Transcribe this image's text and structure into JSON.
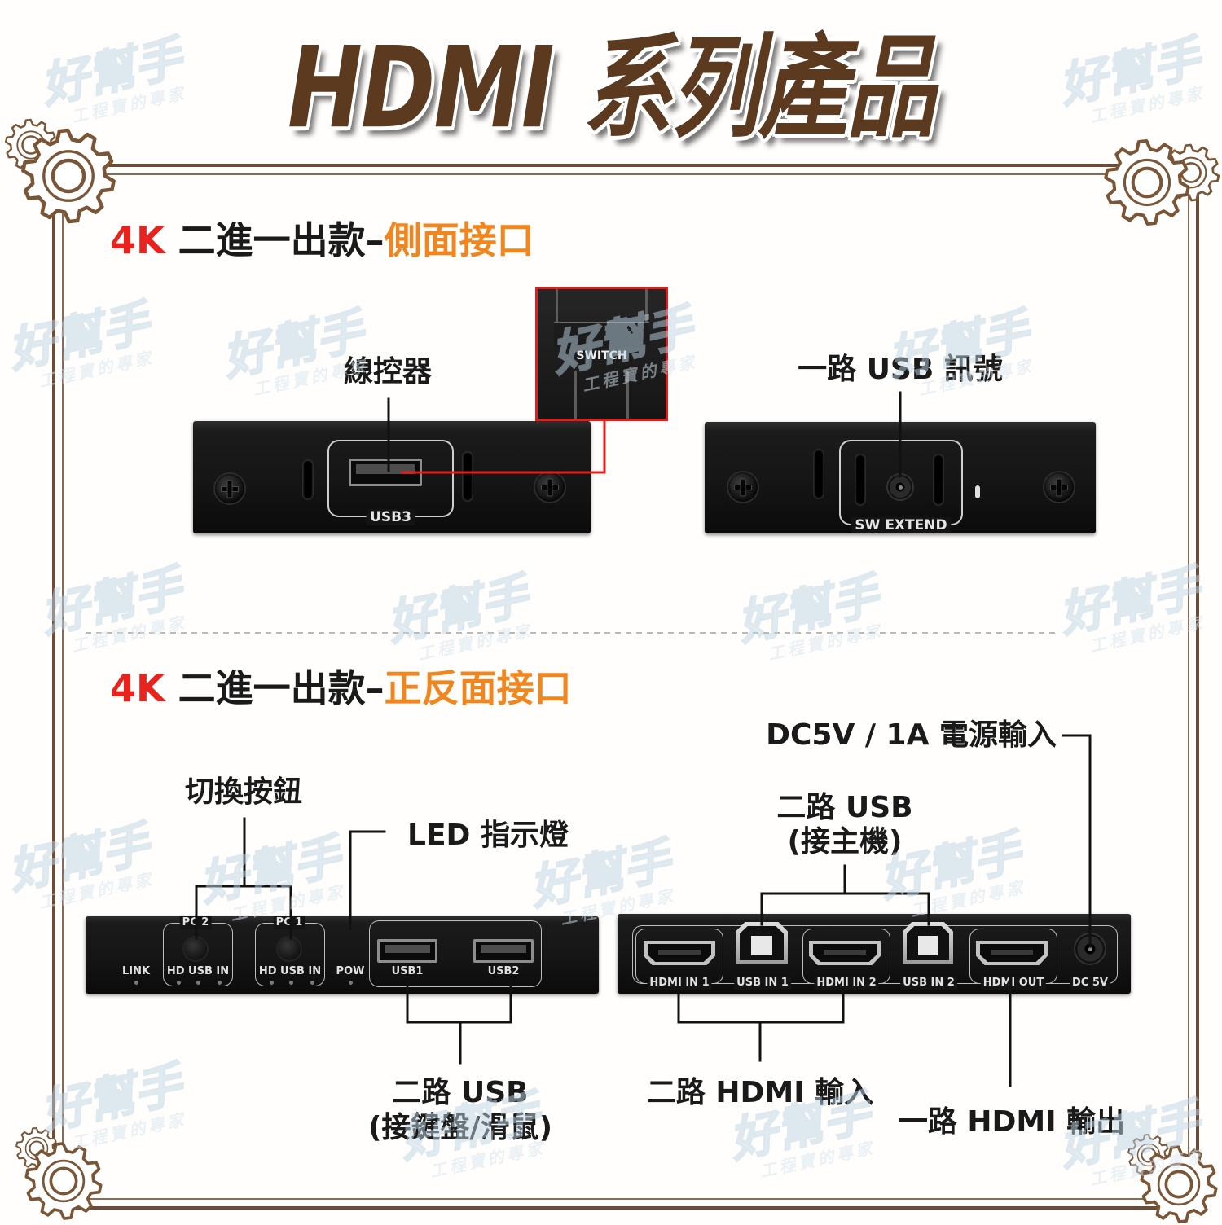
{
  "title": "HDMI 系列產品",
  "watermark": {
    "brand": "好幫手",
    "slogan": "工程寶的專家"
  },
  "colors": {
    "title_brown": "#5b3a20",
    "frame_brown": "#6d4b34",
    "accent_red": "#e8231d",
    "accent_orange": "#f2861e",
    "callout_red_line": "#e01e1e",
    "watermark_blue": "#d6e5f0"
  },
  "section_side": {
    "heading": {
      "model": "4K",
      "product": "二進一出款–",
      "view": "側面接口"
    },
    "callouts": {
      "controller": "線控器",
      "usb_signal": "一路 USB 訊號"
    },
    "inset": {
      "switch_label": "SWITCH"
    },
    "left_panel": {
      "port_label": "USB3"
    },
    "right_panel": {
      "port_label": "SW EXTEND"
    }
  },
  "section_ports": {
    "heading": {
      "model": "4K",
      "product": "二進一出款–",
      "view": "正反面接口"
    },
    "callouts": {
      "switch_buttons": "切換按鈕",
      "led": "LED 指示燈",
      "usb_keyboard_title": "二路 USB",
      "usb_keyboard_note": "(接鍵盤/滑鼠)",
      "power": "DC5V / 1A 電源輸入",
      "usb_host_title": "二路 USB",
      "usb_host_note": "(接主機)",
      "hdmi_in": "二路 HDMI 輸入",
      "hdmi_out": "一路 HDMI 輸出"
    },
    "front_panel": {
      "link": "LINK",
      "pc2": "PC 2",
      "pc1": "PC 1",
      "hd_usb_in": "HD USB IN",
      "pow": "POW",
      "usb1": "USB1",
      "usb2": "USB2"
    },
    "back_panel": {
      "hdmi_in_1": "HDMI IN 1",
      "usb_in_1": "USB IN 1",
      "hdmi_in_2": "HDMI IN 2",
      "usb_in_2": "USB IN 2",
      "hdmi_out": "HDMI OUT",
      "dc_5v": "DC 5V"
    }
  }
}
